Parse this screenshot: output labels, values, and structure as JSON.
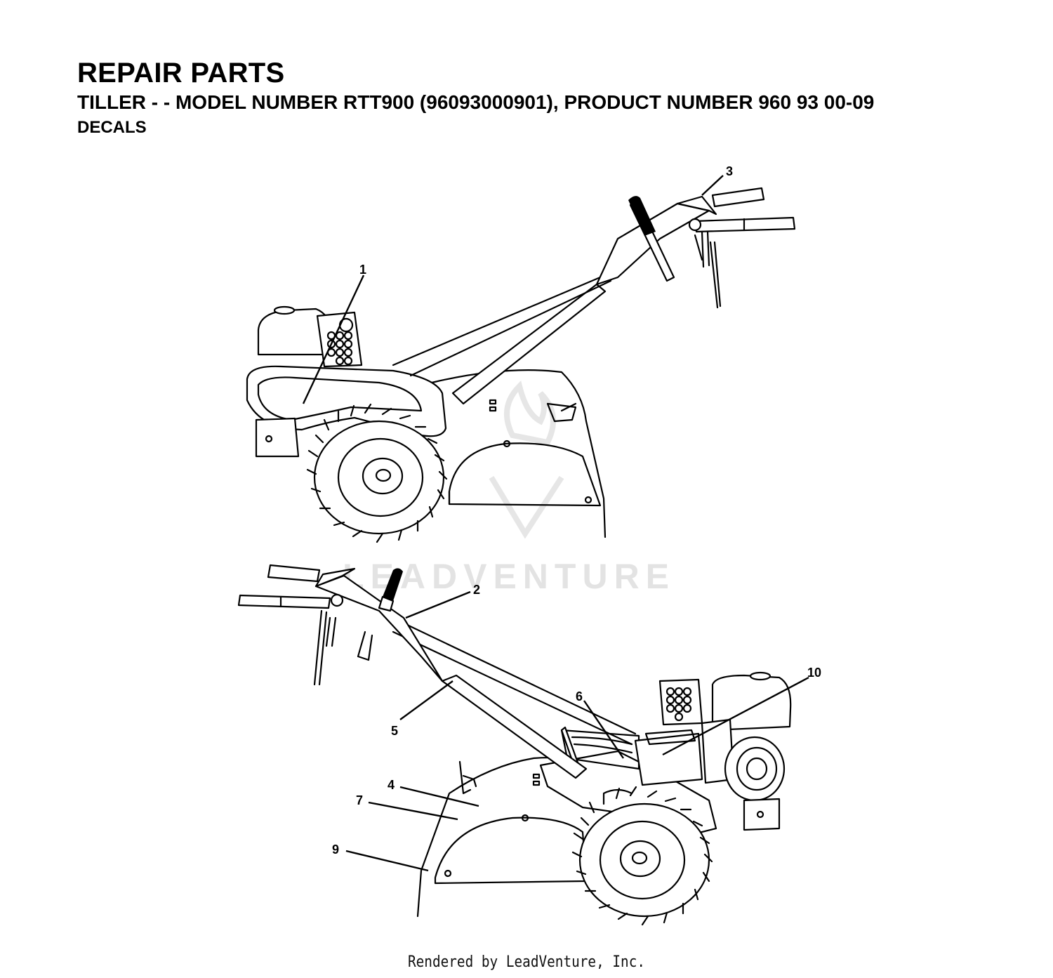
{
  "header": {
    "title": "REPAIR PARTS",
    "subtitle": "TILLER - - MODEL NUMBER RTT900 (96093000901), PRODUCT NUMBER 960 93 00-09",
    "section": "DECALS"
  },
  "watermark": {
    "text": "LEADVENTURE"
  },
  "callouts": {
    "c1": "1",
    "c2": "2",
    "c3": "3",
    "c4": "4",
    "c5": "5",
    "c6": "6",
    "c7": "7",
    "c9": "9",
    "c10": "10"
  },
  "footer": {
    "text": "Rendered by LeadVenture, Inc."
  },
  "colors": {
    "line": "#000000",
    "watermark": "#e3e3e3"
  }
}
